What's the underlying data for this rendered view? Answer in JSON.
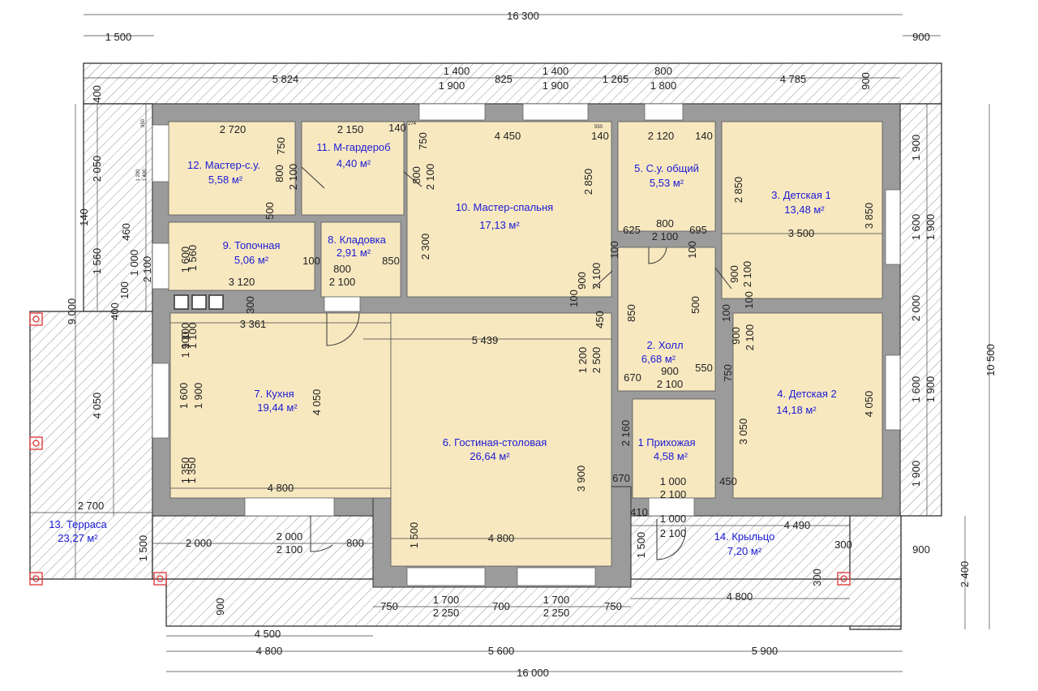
{
  "plan": {
    "rooms": [
      {
        "id": "r1",
        "name": "1 Прихожая",
        "area": "4,58 м²"
      },
      {
        "id": "r2",
        "name": "2. Холл",
        "area": "6,68 м²"
      },
      {
        "id": "r3",
        "name": "3. Детская 1",
        "area": "13,48 м²"
      },
      {
        "id": "r4",
        "name": "4. Детская 2",
        "area": "14,18 м²"
      },
      {
        "id": "r5",
        "name": "5. С.у. общий",
        "area": "5,53 м²"
      },
      {
        "id": "r6",
        "name": "6. Гостиная-столовая",
        "area": "26,64 м²"
      },
      {
        "id": "r7",
        "name": "7. Кухня",
        "area": "19,44 м²"
      },
      {
        "id": "r8",
        "name": "8. Кладовка",
        "area": "2,91 м²"
      },
      {
        "id": "r9",
        "name": "9. Топочная",
        "area": "5,06 м²"
      },
      {
        "id": "r10",
        "name": "10. Мастер-спальня",
        "area": "17,13 м²"
      },
      {
        "id": "r11",
        "name": "11. М-гардероб",
        "area": "4,40 м²"
      },
      {
        "id": "r12",
        "name": "12. Мастер-с.у.",
        "area": "5,58 м²"
      },
      {
        "id": "r13",
        "name": "13. Терраса",
        "area": "23,27 м²"
      },
      {
        "id": "r14",
        "name": "14. Крыльцо",
        "area": "7,20 м²"
      }
    ],
    "dims": [
      {
        "t": "16 300"
      },
      {
        "t": "1 500"
      },
      {
        "t": "900"
      },
      {
        "t": "5 824"
      },
      {
        "t": "1 400"
      },
      {
        "t": "1 900"
      },
      {
        "t": "825"
      },
      {
        "t": "1 400"
      },
      {
        "t": "1 900"
      },
      {
        "t": "1 265"
      },
      {
        "t": "800"
      },
      {
        "t": "1 800"
      },
      {
        "t": "4 785"
      },
      {
        "t": "2 720"
      },
      {
        "t": "750"
      },
      {
        "t": "2 150"
      },
      {
        "t": "140"
      },
      {
        "t": "750"
      },
      {
        "t": "4 450"
      },
      {
        "t": "140"
      },
      {
        "t": "2 120"
      },
      {
        "t": "140"
      },
      {
        "t": "800"
      },
      {
        "t": "2 100"
      },
      {
        "t": "500"
      },
      {
        "t": "800"
      },
      {
        "t": "2 100"
      },
      {
        "t": "2 850"
      },
      {
        "t": "2 850"
      },
      {
        "t": "625"
      },
      {
        "t": "800"
      },
      {
        "t": "695"
      },
      {
        "t": "2 100"
      },
      {
        "t": "3 500"
      },
      {
        "t": "3 850"
      },
      {
        "t": "1 560"
      },
      {
        "t": "100"
      },
      {
        "t": "800"
      },
      {
        "t": "850"
      },
      {
        "t": "2 100"
      },
      {
        "t": "3 120"
      },
      {
        "t": "2 300"
      },
      {
        "t": "900"
      },
      {
        "t": "2 100"
      },
      {
        "t": "100"
      },
      {
        "t": "100"
      },
      {
        "t": "900"
      },
      {
        "t": "2 100"
      },
      {
        "t": "100"
      },
      {
        "t": "300"
      },
      {
        "t": "3 361"
      },
      {
        "t": "5 439"
      },
      {
        "t": "850"
      },
      {
        "t": "500"
      },
      {
        "t": "450"
      },
      {
        "t": "1 100"
      },
      {
        "t": "1 200"
      },
      {
        "t": "2 500"
      },
      {
        "t": "900"
      },
      {
        "t": "100"
      },
      {
        "t": "100"
      },
      {
        "t": "2 100"
      },
      {
        "t": "1 600"
      },
      {
        "t": "1 900"
      },
      {
        "t": "4 050"
      },
      {
        "t": "670"
      },
      {
        "t": "900"
      },
      {
        "t": "550"
      },
      {
        "t": "2 100"
      },
      {
        "t": "750"
      },
      {
        "t": "2 160"
      },
      {
        "t": "3 050"
      },
      {
        "t": "4 050"
      },
      {
        "t": "3 900"
      },
      {
        "t": "1 350"
      },
      {
        "t": "670"
      },
      {
        "t": "1 000"
      },
      {
        "t": "2 100"
      },
      {
        "t": "450"
      },
      {
        "t": "4 800"
      },
      {
        "t": "2 700"
      },
      {
        "t": "410"
      },
      {
        "t": "1 000"
      },
      {
        "t": "2 100"
      },
      {
        "t": "4 490"
      },
      {
        "t": "1 500"
      },
      {
        "t": "2 000"
      },
      {
        "t": "2 000"
      },
      {
        "t": "2 100"
      },
      {
        "t": "800"
      },
      {
        "t": "1 500"
      },
      {
        "t": "4 800"
      },
      {
        "t": "1 500"
      },
      {
        "t": "300"
      },
      {
        "t": "300"
      },
      {
        "t": "900"
      },
      {
        "t": "750"
      },
      {
        "t": "1 700"
      },
      {
        "t": "2 250"
      },
      {
        "t": "700"
      },
      {
        "t": "1 700"
      },
      {
        "t": "2 250"
      },
      {
        "t": "750"
      },
      {
        "t": "4 800"
      },
      {
        "t": "4 500"
      },
      {
        "t": "4 800"
      },
      {
        "t": "5 600"
      },
      {
        "t": "5 900"
      },
      {
        "t": "16 000"
      },
      {
        "t": "400"
      },
      {
        "t": "2 050"
      },
      {
        "t": "140"
      },
      {
        "t": "1 560"
      },
      {
        "t": "460"
      },
      {
        "t": "1 000"
      },
      {
        "t": "2 100"
      },
      {
        "t": "100"
      },
      {
        "t": "400"
      },
      {
        "t": "9 000"
      },
      {
        "t": "4 050"
      },
      {
        "t": "900"
      },
      {
        "t": "1 900"
      },
      {
        "t": "1 600"
      },
      {
        "t": "1 900"
      },
      {
        "t": "2 000"
      },
      {
        "t": "1 600"
      },
      {
        "t": "1 900"
      },
      {
        "t": "1 900"
      },
      {
        "t": "10 500"
      },
      {
        "t": "900"
      },
      {
        "t": "2 400"
      },
      {
        "t": "1 600"
      },
      {
        "t": "1 900"
      },
      {
        "t": "1 350"
      },
      {
        "t": "1 100"
      }
    ],
    "tiny": [
      {
        "t": "950"
      },
      {
        "t": "1 200"
      },
      {
        "t": "1 400"
      },
      {
        "t": "274"
      },
      {
        "t": "550"
      }
    ]
  }
}
